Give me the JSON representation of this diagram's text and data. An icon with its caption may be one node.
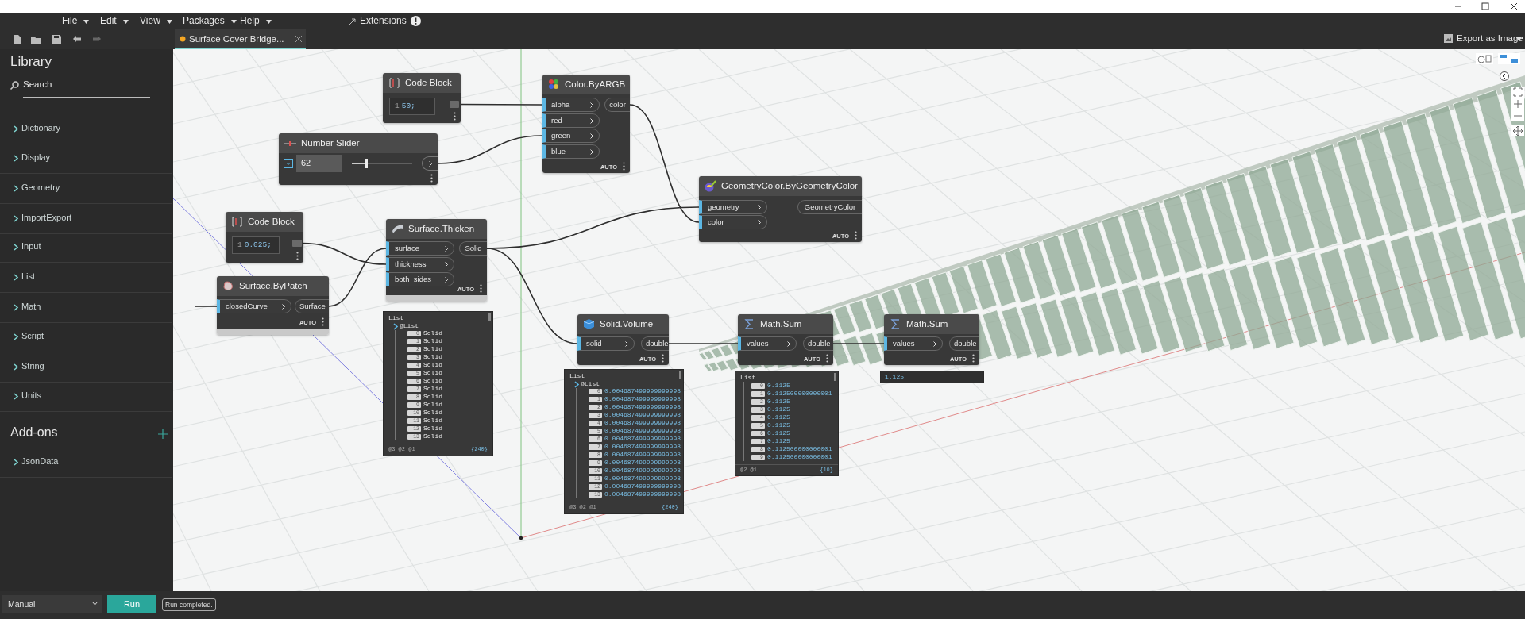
{
  "diagram": {
    "nodes": [
      {
        "text": [
          "Code Block"
        ]
      },
      {
        "text": [
          "1",
          "50;"
        ],
        "in": 0
      },
      {
        "text": [],
        "shape": "box",
        "in": 0
      },
      {
        "text": [
          "Color.ByARGB",
          "AUTO"
        ]
      },
      {
        "text": [
          "alpha"
        ],
        "in": 3
      },
      {
        "text": [
          "red"
        ],
        "in": 3
      },
      {
        "text": [
          "green"
        ],
        "in": 3
      },
      {
        "text": [
          "blue"
        ],
        "in": 3
      },
      {
        "text": [
          "color"
        ],
        "in": 3
      },
      {
        "text": [
          "Number Slider"
        ]
      },
      {
        "text": [
          "62"
        ],
        "in": 9
      },
      {
        "text": [],
        "shape": "box",
        "in": 9
      },
      {
        "text": [
          "GeometryColor.ByGeometryColor",
          "AUTO"
        ]
      },
      {
        "text": [
          "geometry"
        ],
        "in": 12
      },
      {
        "text": [
          "color"
        ],
        "in": 12
      },
      {
        "text": [
          "GeometryColor"
        ],
        "in": 12
      },
      {
        "text": [
          "Code Block"
        ]
      },
      {
        "text": [
          "1",
          "0.025;"
        ],
        "in": 16
      },
      {
        "text": [],
        "shape": "box",
        "in": 16
      },
      {
        "text": [
          "Surface.Thicken",
          "AUTO"
        ]
      },
      {
        "text": [
          "surface"
        ],
        "in": 19
      },
      {
        "text": [
          "thickness"
        ],
        "in": 19
      },
      {
        "text": [
          "both_sides"
        ],
        "in": 19
      },
      {
        "text": [
          "Solid"
        ],
        "in": 19
      },
      {
        "text": [
          "Surface.ByPatch",
          "AUTO"
        ]
      },
      {
        "text": [
          "closedCurve"
        ],
        "in": 24
      },
      {
        "text": [
          "Surface"
        ],
        "in": 24
      },
      {
        "text": [
          "List",
          "@List",
          "0",
          "Solid",
          "1",
          "Solid",
          "2",
          "Solid",
          "3",
          "Solid",
          "4",
          "Solid",
          "5",
          "Solid",
          "6",
          "Solid",
          "7",
          "Solid",
          "8",
          "Solid",
          "9",
          "Solid",
          "10",
          "Solid",
          "11",
          "Solid",
          "12",
          "Solid",
          "13",
          "Solid",
          "@3 @2 @1",
          "{240}"
        ]
      },
      {
        "text": [
          "Solid.Volume",
          "AUTO"
        ]
      },
      {
        "text": [
          "solid"
        ],
        "in": 28
      },
      {
        "text": [
          "double"
        ],
        "in": 28
      },
      {
        "text": [
          "List",
          "@List",
          "0",
          "0.004687499999999998",
          "1",
          "0.004687499999999998",
          "2",
          "0.004687499999999998",
          "3",
          "0.004687499999999998",
          "4",
          "0.004687499999999998",
          "5",
          "0.004687499999999998",
          "6",
          "0.004687499999999998",
          "7",
          "0.004687499999999998",
          "8",
          "0.004687499999999998",
          "9",
          "0.004687499999999998",
          "10",
          "0.004687499999999998",
          "11",
          "0.004687499999999998",
          "12",
          "0.004687499999999998",
          "13",
          "0.004687499999999998",
          "@3 @2 @1",
          "{240}"
        ]
      },
      {
        "text": [
          "Math.Sum",
          "AUTO"
        ]
      },
      {
        "text": [
          "values"
        ],
        "in": 32
      },
      {
        "text": [
          "double"
        ],
        "in": 32
      },
      {
        "text": [
          "List",
          "0",
          "0.1125",
          "1",
          "0.112500000000001",
          "2",
          "0.1125",
          "3",
          "0.1125",
          "4",
          "0.1125",
          "5",
          "0.1125",
          "6",
          "0.1125",
          "7",
          "0.1125",
          "8",
          "0.112500000000001",
          "9",
          "0.112500000000001",
          "@2 @1",
          "{10}"
        ]
      },
      {
        "text": [
          "Math.Sum",
          "AUTO"
        ]
      },
      {
        "text": [
          "values"
        ],
        "in": 36
      },
      {
        "text": [
          "double"
        ],
        "in": 36
      },
      {
        "text": [
          "1.125"
        ]
      }
    ],
    "edges": [
      {
        "from": 2,
        "to": 4,
        "arrow": "none"
      },
      {
        "from": 11,
        "to": 6,
        "arrow": "none"
      },
      {
        "from": 8,
        "to": 14,
        "arrow": "none"
      },
      {
        "from": 18,
        "to": 21,
        "arrow": "none"
      },
      {
        "from": 26,
        "to": 20,
        "arrow": "none"
      },
      {
        "from": 23,
        "to": 13,
        "arrow": "none"
      },
      {
        "from": 23,
        "to": 29,
        "arrow": "none"
      },
      {
        "from": 30,
        "to": 33,
        "arrow": "none"
      },
      {
        "from": 34,
        "to": 37,
        "arrow": "none"
      },
      {
        "from": null,
        "to": 25,
        "arrow": "none"
      }
    ],
    "labels": [
      "File",
      "Edit",
      "View",
      "Packages",
      "Help",
      "Extensions",
      "Surface Cover Bridge...",
      "Export as Image",
      "Library",
      "Search",
      "Dictionary",
      "Display",
      "Geometry",
      "ImportExport",
      "Input",
      "List",
      "Math",
      "Script",
      "String",
      "Units",
      "Add-ons",
      "JsonData",
      "Manual",
      "Run",
      "Run completed."
    ]
  }
}
